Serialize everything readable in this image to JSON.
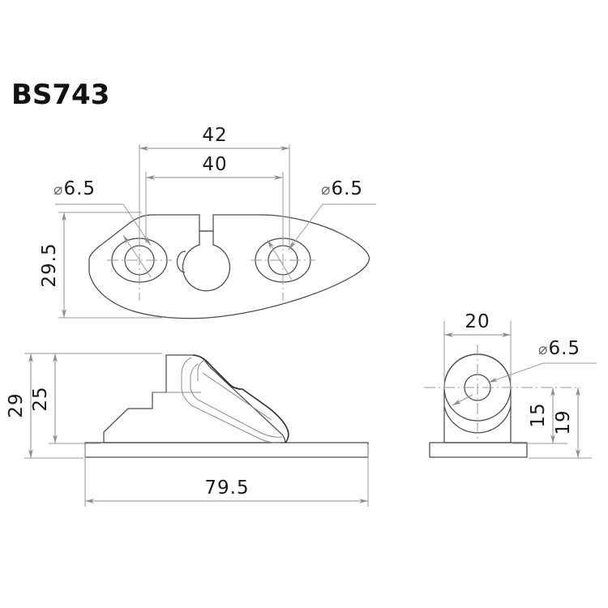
{
  "drawing": {
    "part_number": "BS743",
    "background_color": "#ffffff",
    "line_color": "#4a4a4a",
    "dimension_color": "#8c8c8c",
    "text_color": "#1a1a1a",
    "phi_symbol": "⌀"
  },
  "views": {
    "top": {
      "name": "top-view",
      "dimensions": {
        "width_outer": "42",
        "width_inner": "40",
        "height": "29.5",
        "hole_left": "6.5",
        "hole_right": "6.5"
      }
    },
    "side": {
      "name": "side-view",
      "dimensions": {
        "height_total": "29",
        "height_body": "25",
        "length": "79.5"
      }
    },
    "front": {
      "name": "front-view",
      "dimensions": {
        "width": "20",
        "height_center": "15",
        "height_total": "19",
        "hole": "6.5"
      }
    }
  },
  "labels": {
    "d42": "42",
    "d40": "40",
    "d295": "29.5",
    "phi65_top_left": "6.5",
    "phi65_top_right": "6.5",
    "d29": "29",
    "d25": "25",
    "d795": "79.5",
    "d20": "20",
    "phi65_front": "6.5",
    "d15": "15",
    "d19": "19"
  }
}
